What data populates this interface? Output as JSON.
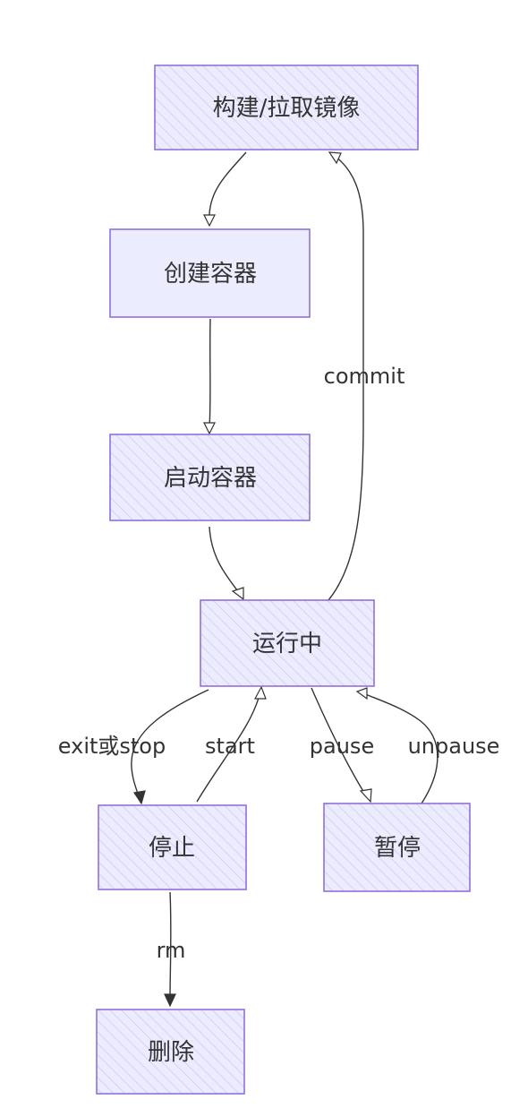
{
  "colors": {
    "node_fill": "#ECECFF",
    "node_border": "#9370DB",
    "hatch": "#D6D0F5",
    "edge": "#333333",
    "text": "#333333"
  },
  "nodes": {
    "build": "构建/拉取镜像",
    "create": "创建容器",
    "start_container": "启动容器",
    "running": "运行中",
    "stopped": "停止",
    "paused": "暂停",
    "deleted": "删除"
  },
  "edges": {
    "build_to_create": "",
    "create_to_start": "",
    "start_to_running": "",
    "running_to_build": "commit",
    "running_to_stopped": "exit或stop",
    "stopped_to_running": "start",
    "running_to_paused": "pause",
    "paused_to_running": "unpause",
    "stopped_to_deleted": "rm"
  }
}
